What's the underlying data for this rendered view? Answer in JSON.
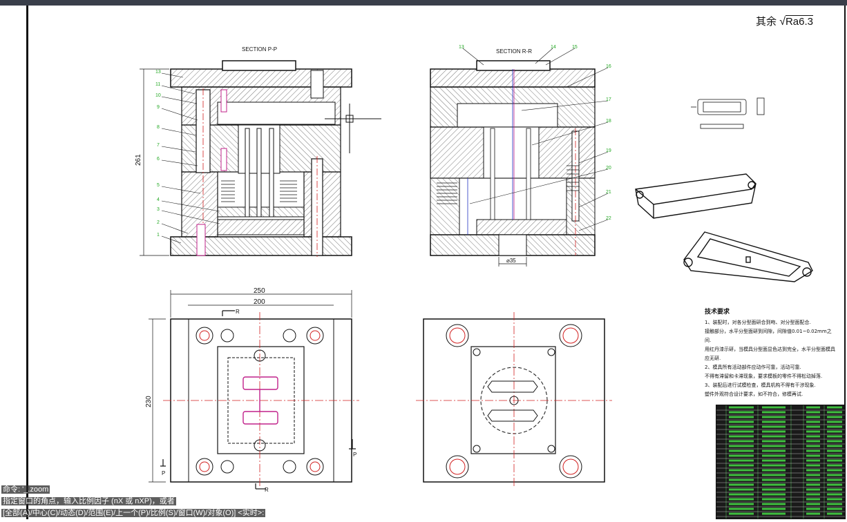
{
  "section_pp": {
    "title": "SECTION P-P",
    "height_dim": "261"
  },
  "section_rr": {
    "title": "SECTION R-R",
    "diameter_dim": "⌀35"
  },
  "pp_callouts": [
    "13",
    "11",
    "10",
    "9",
    "8",
    "7",
    "6",
    "5",
    "4",
    "3",
    "2",
    "1"
  ],
  "rr_callouts": [
    "13",
    "14",
    "15",
    "16",
    "17",
    "18",
    "19",
    "20",
    "21",
    "22"
  ],
  "plan_view": {
    "width_outer": "250",
    "width_inner": "200",
    "height_dim": "230",
    "label_r": "R",
    "label_p": "P"
  },
  "roughness": {
    "prefix": "其余",
    "value": "Ra6.3"
  },
  "tech_requirements": {
    "title": "技术要求",
    "lines": [
      "1、装配时，对各分型面研合到吻、对分型面配合.",
      "接触部分，水平分型面研到间隙，间隙值0.01~0.02mm之间.",
      "用红丹漆示研，当模具分型面显色达到完全，水平分型面模具应无研.",
      "2、模具所有活动部件应动作可靠，活动可靠.",
      "不得有滞留和卡滞现象，要求模板的零件不得松动掉落.",
      "3、装配后进行试模检查，模具机构不得有干涉现象.",
      "塑件外观符合设计要求，如不符合，修模再试."
    ]
  },
  "command_line": {
    "line1": "命令: '_.zoom",
    "line2": "指定窗口的角点，输入比例因子 (nX 或 nXP)，或者",
    "line3": "[全部(A)/中心(C)/动态(D)/范围(E)/上一个(P)/比例(S)/窗口(W)/对象(O)] <实时>:"
  },
  "colors": {
    "outline": "#111111",
    "hatch": "#333333",
    "centerline": "#d21f1f",
    "callout_number": "#22a822",
    "magenta_part": "#c0208a",
    "blue_part": "#2030c0"
  }
}
